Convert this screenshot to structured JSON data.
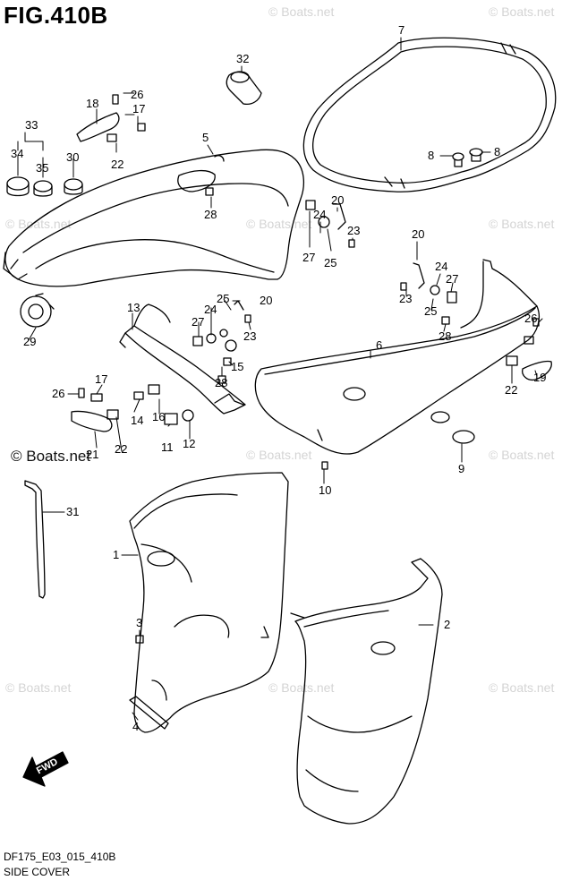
{
  "figure": {
    "title": "FIG.410B",
    "code": "DF175_E03_015_410B",
    "name": "SIDE COVER",
    "brand": "© Boats.net",
    "watermark": "© Boats.net",
    "fwd_label": "FWD"
  },
  "callouts": [
    "1",
    "2",
    "3",
    "4",
    "5",
    "6",
    "7",
    "8",
    "8",
    "9",
    "10",
    "11",
    "12",
    "13",
    "14",
    "15",
    "16",
    "17",
    "17",
    "18",
    "19",
    "20",
    "20",
    "20",
    "21",
    "22",
    "22",
    "22",
    "23",
    "23",
    "23",
    "24",
    "24",
    "24",
    "25",
    "25",
    "25",
    "26",
    "26",
    "26",
    "27",
    "27",
    "27",
    "28",
    "28",
    "28",
    "28",
    "29",
    "30",
    "31",
    "32",
    "33",
    "34",
    "35"
  ]
}
